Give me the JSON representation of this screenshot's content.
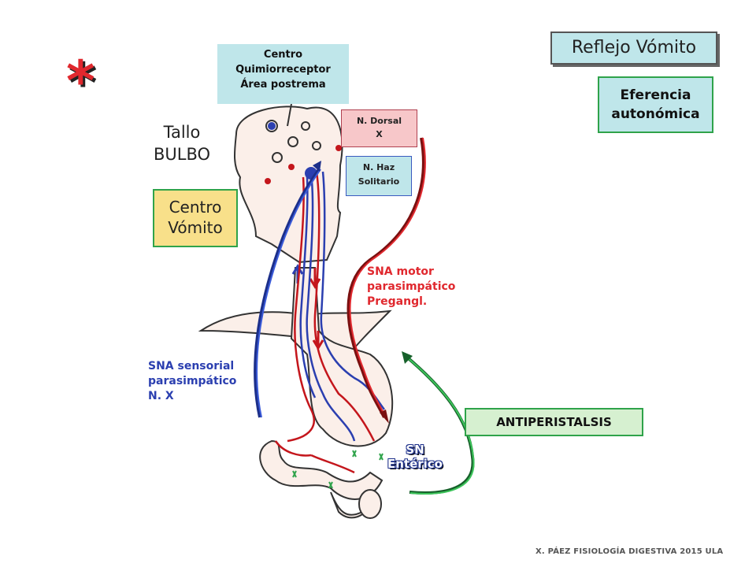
{
  "title": "Reflejo Vómito",
  "efferent": [
    "Eferencia",
    "autonómica"
  ],
  "chemoreceptor": [
    "Centro",
    "Quimiorreceptor",
    "Área postrema"
  ],
  "dorsal_nucleus": [
    "N. Dorsal",
    "X"
  ],
  "solitary_nucleus": [
    "N. Haz",
    "Solitario"
  ],
  "brainstem": [
    "Tallo",
    "BULBO"
  ],
  "vomit_center": [
    "Centro",
    "Vómito"
  ],
  "sna_motor": [
    "SNA motor",
    "parasimpático",
    "Pregangl."
  ],
  "sna_sensory": [
    "SNA sensorial",
    "parasimpático",
    "N. X"
  ],
  "antiperistalsis": "ANTIPERISTALSIS",
  "enteric": [
    "SN",
    "Entérico"
  ],
  "asterisk": "*",
  "footer": "X. PÁEZ   FISIOLOGÍA DIGESTIVA 2015  ULA",
  "colors": {
    "afferent": "#2b3fb0",
    "efferent": "#c4161c",
    "enteric": "#2fa34a",
    "box_blue": "#bfe6ea",
    "box_pink": "#f7c7c9",
    "box_yellow": "#f8e08a"
  }
}
